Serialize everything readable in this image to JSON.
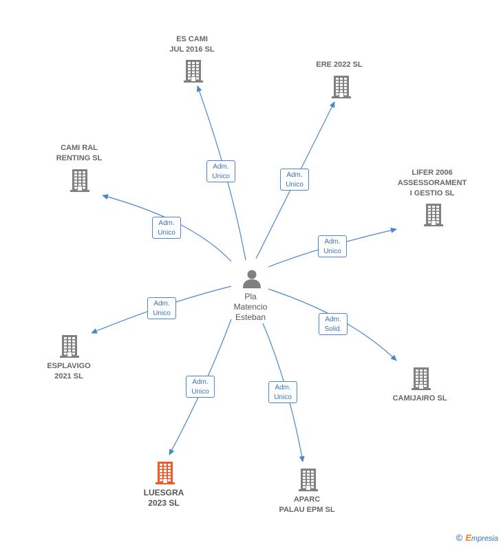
{
  "center": {
    "name_lines": [
      "Pla",
      "Matencio",
      "Esteban"
    ]
  },
  "companies": [
    {
      "id": "es-cami",
      "lines": [
        "ES CAMI",
        "JUL 2016  SL"
      ],
      "role": [
        "Adm.",
        "Unico"
      ],
      "highlight": false
    },
    {
      "id": "ere-2022",
      "lines": [
        "ERE 2022  SL"
      ],
      "role": [
        "Adm.",
        "Unico"
      ],
      "highlight": false
    },
    {
      "id": "cami-ral",
      "lines": [
        "CAMI RAL",
        "RENTING  SL"
      ],
      "role": [
        "Adm.",
        "Unico"
      ],
      "highlight": false
    },
    {
      "id": "lifer-2006",
      "lines": [
        "LIFER 2006",
        "ASSESSORAMENT",
        "I GESTIO SL"
      ],
      "role": [
        "Adm.",
        "Unico"
      ],
      "highlight": false
    },
    {
      "id": "esplavigo",
      "lines": [
        "ESPLAVIGO",
        "2021  SL"
      ],
      "role": [
        "Adm.",
        "Unico"
      ],
      "highlight": false
    },
    {
      "id": "camijairo",
      "lines": [
        "CAMIJAIRO  SL"
      ],
      "role": [
        "Adm.",
        "Solid."
      ],
      "highlight": false
    },
    {
      "id": "luesgra",
      "lines": [
        "LUESGRA",
        "2023  SL"
      ],
      "role": [
        "Adm.",
        "Unico"
      ],
      "highlight": true
    },
    {
      "id": "aparc-palau",
      "lines": [
        "APARC",
        "PALAU EPM  SL"
      ],
      "role": [
        "Adm.",
        "Unico"
      ],
      "highlight": false
    }
  ],
  "colors": {
    "edge": "#4a86d0",
    "building": "#808080",
    "building_highlight": "#f05a28",
    "person": "#808080"
  },
  "brand": {
    "copyright": "©",
    "initial": "E",
    "rest": "mpresia"
  }
}
